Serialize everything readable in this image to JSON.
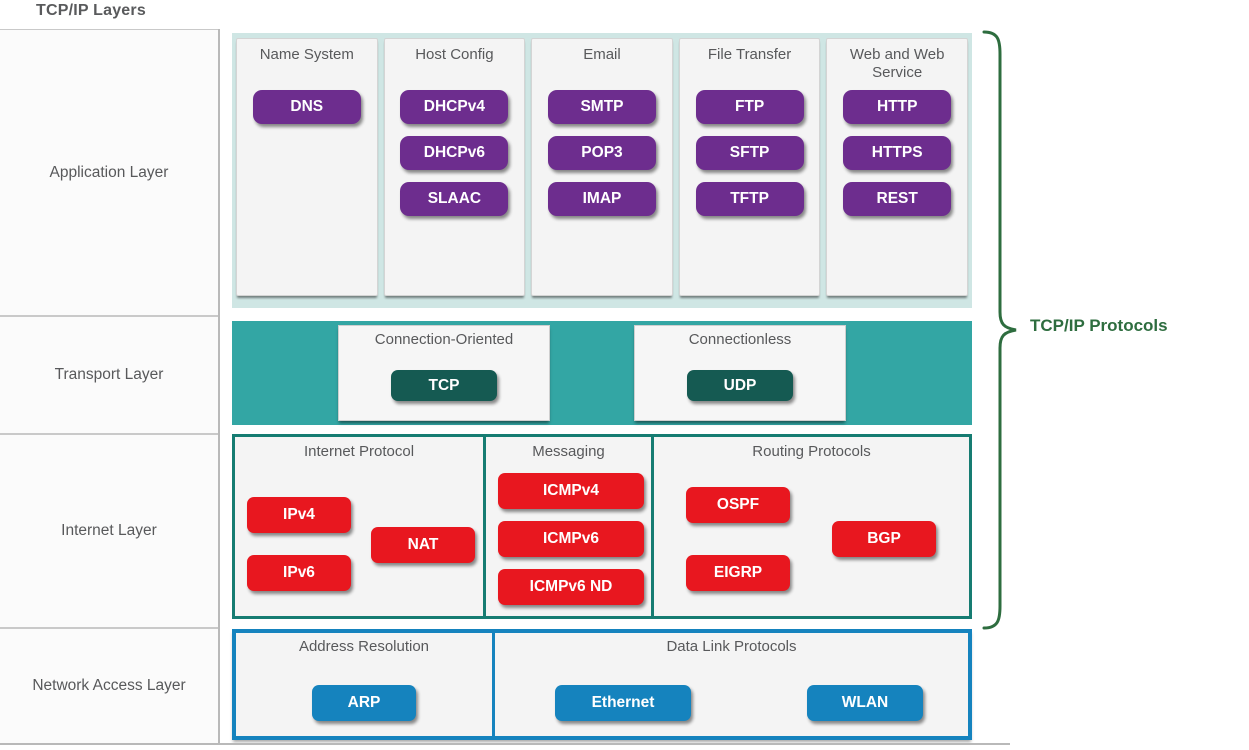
{
  "title": "TCP/IP Layers",
  "bracket_label": "TCP/IP Protocols",
  "colors": {
    "purple": "#6d2d8e",
    "dark_teal": "#155a52",
    "teal_band": "#33a6a4",
    "light_teal_band": "#cfe6e4",
    "red": "#e8171f",
    "blue": "#1583be",
    "internet_border": "#167c72",
    "label_text": "#58595b",
    "bracket_green": "#2e6d3f"
  },
  "layers": [
    {
      "name": "Application Layer"
    },
    {
      "name": "Transport Layer"
    },
    {
      "name": "Internet Layer"
    },
    {
      "name": "Network Access Layer"
    }
  ],
  "application": {
    "columns": [
      {
        "title": "Name System",
        "protocols": [
          "DNS"
        ]
      },
      {
        "title": "Host Config",
        "protocols": [
          "DHCPv4",
          "DHCPv6",
          "SLAAC"
        ]
      },
      {
        "title": "Email",
        "protocols": [
          "SMTP",
          "POP3",
          "IMAP"
        ]
      },
      {
        "title": "File Transfer",
        "protocols": [
          "FTP",
          "SFTP",
          "TFTP"
        ]
      },
      {
        "title": "Web and Web Service",
        "protocols": [
          "HTTP",
          "HTTPS",
          "REST"
        ]
      }
    ]
  },
  "transport": {
    "columns": [
      {
        "title": "Connection-Oriented",
        "protocols": [
          "TCP"
        ]
      },
      {
        "title": "Connectionless",
        "protocols": [
          "UDP"
        ]
      }
    ]
  },
  "internet": {
    "columns": [
      {
        "title": "Internet Protocol",
        "protocols": [
          "IPv4",
          "NAT",
          "IPv6"
        ]
      },
      {
        "title": "Messaging",
        "protocols": [
          "ICMPv4",
          "ICMPv6",
          "ICMPv6 ND"
        ]
      },
      {
        "title": "Routing Protocols",
        "protocols": [
          "OSPF",
          "BGP",
          "EIGRP"
        ]
      }
    ]
  },
  "network_access": {
    "columns": [
      {
        "title": "Address Resolution",
        "protocols": [
          "ARP"
        ]
      },
      {
        "title": "Data Link Protocols",
        "protocols": [
          "Ethernet",
          "WLAN"
        ]
      }
    ]
  }
}
